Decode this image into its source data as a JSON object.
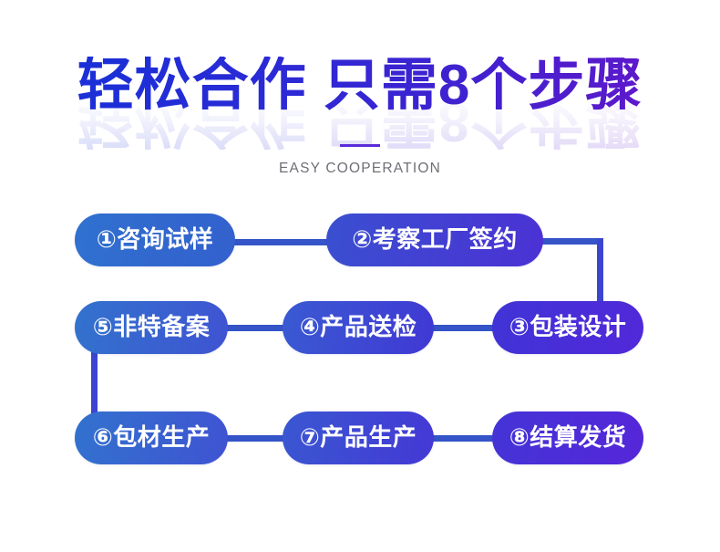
{
  "header": {
    "title": "轻松合作 只需8个步骤",
    "subtitle": "EASY COOPERATION",
    "title_gradient_from": "#1432d8",
    "title_gradient_to": "#6a16c9",
    "divider_color": "#5b2bd9",
    "subtitle_color": "#6e6e76"
  },
  "flow": {
    "rows": [
      {
        "steps": [
          {
            "label": "①咨询试样",
            "number": "①",
            "name": "咨询试样",
            "color_from": "#3071cf",
            "color_to": "#3360cd"
          },
          {
            "label": "②考察工厂签约",
            "number": "②",
            "name": "考察工厂签约",
            "color_from": "#3a4fd0",
            "color_to": "#4b31d4"
          }
        ]
      },
      {
        "steps": [
          {
            "label": "⑤非特备案",
            "number": "⑤",
            "name": "非特备案",
            "color_from": "#3273cd",
            "color_to": "#3f53d2"
          },
          {
            "label": "④产品送检",
            "number": "④",
            "name": "产品送检",
            "color_from": "#3a5ad2",
            "color_to": "#4038d4"
          },
          {
            "label": "③包装设计",
            "number": "③",
            "name": "包装设计",
            "color_from": "#4034d6",
            "color_to": "#5128d9"
          }
        ]
      },
      {
        "steps": [
          {
            "label": "⑥包材生产",
            "number": "⑥",
            "name": "包材生产",
            "color_from": "#3272ce",
            "color_to": "#3f53d2"
          },
          {
            "label": "⑦产品生产",
            "number": "⑦",
            "name": "产品生产",
            "color_from": "#3a57d1",
            "color_to": "#4438d5"
          },
          {
            "label": "⑧结算发货",
            "number": "⑧",
            "name": "结算发货",
            "color_from": "#4434d6",
            "color_to": "#5526d9"
          }
        ]
      }
    ],
    "connector_color": "#3454c8",
    "total_steps": 8
  }
}
